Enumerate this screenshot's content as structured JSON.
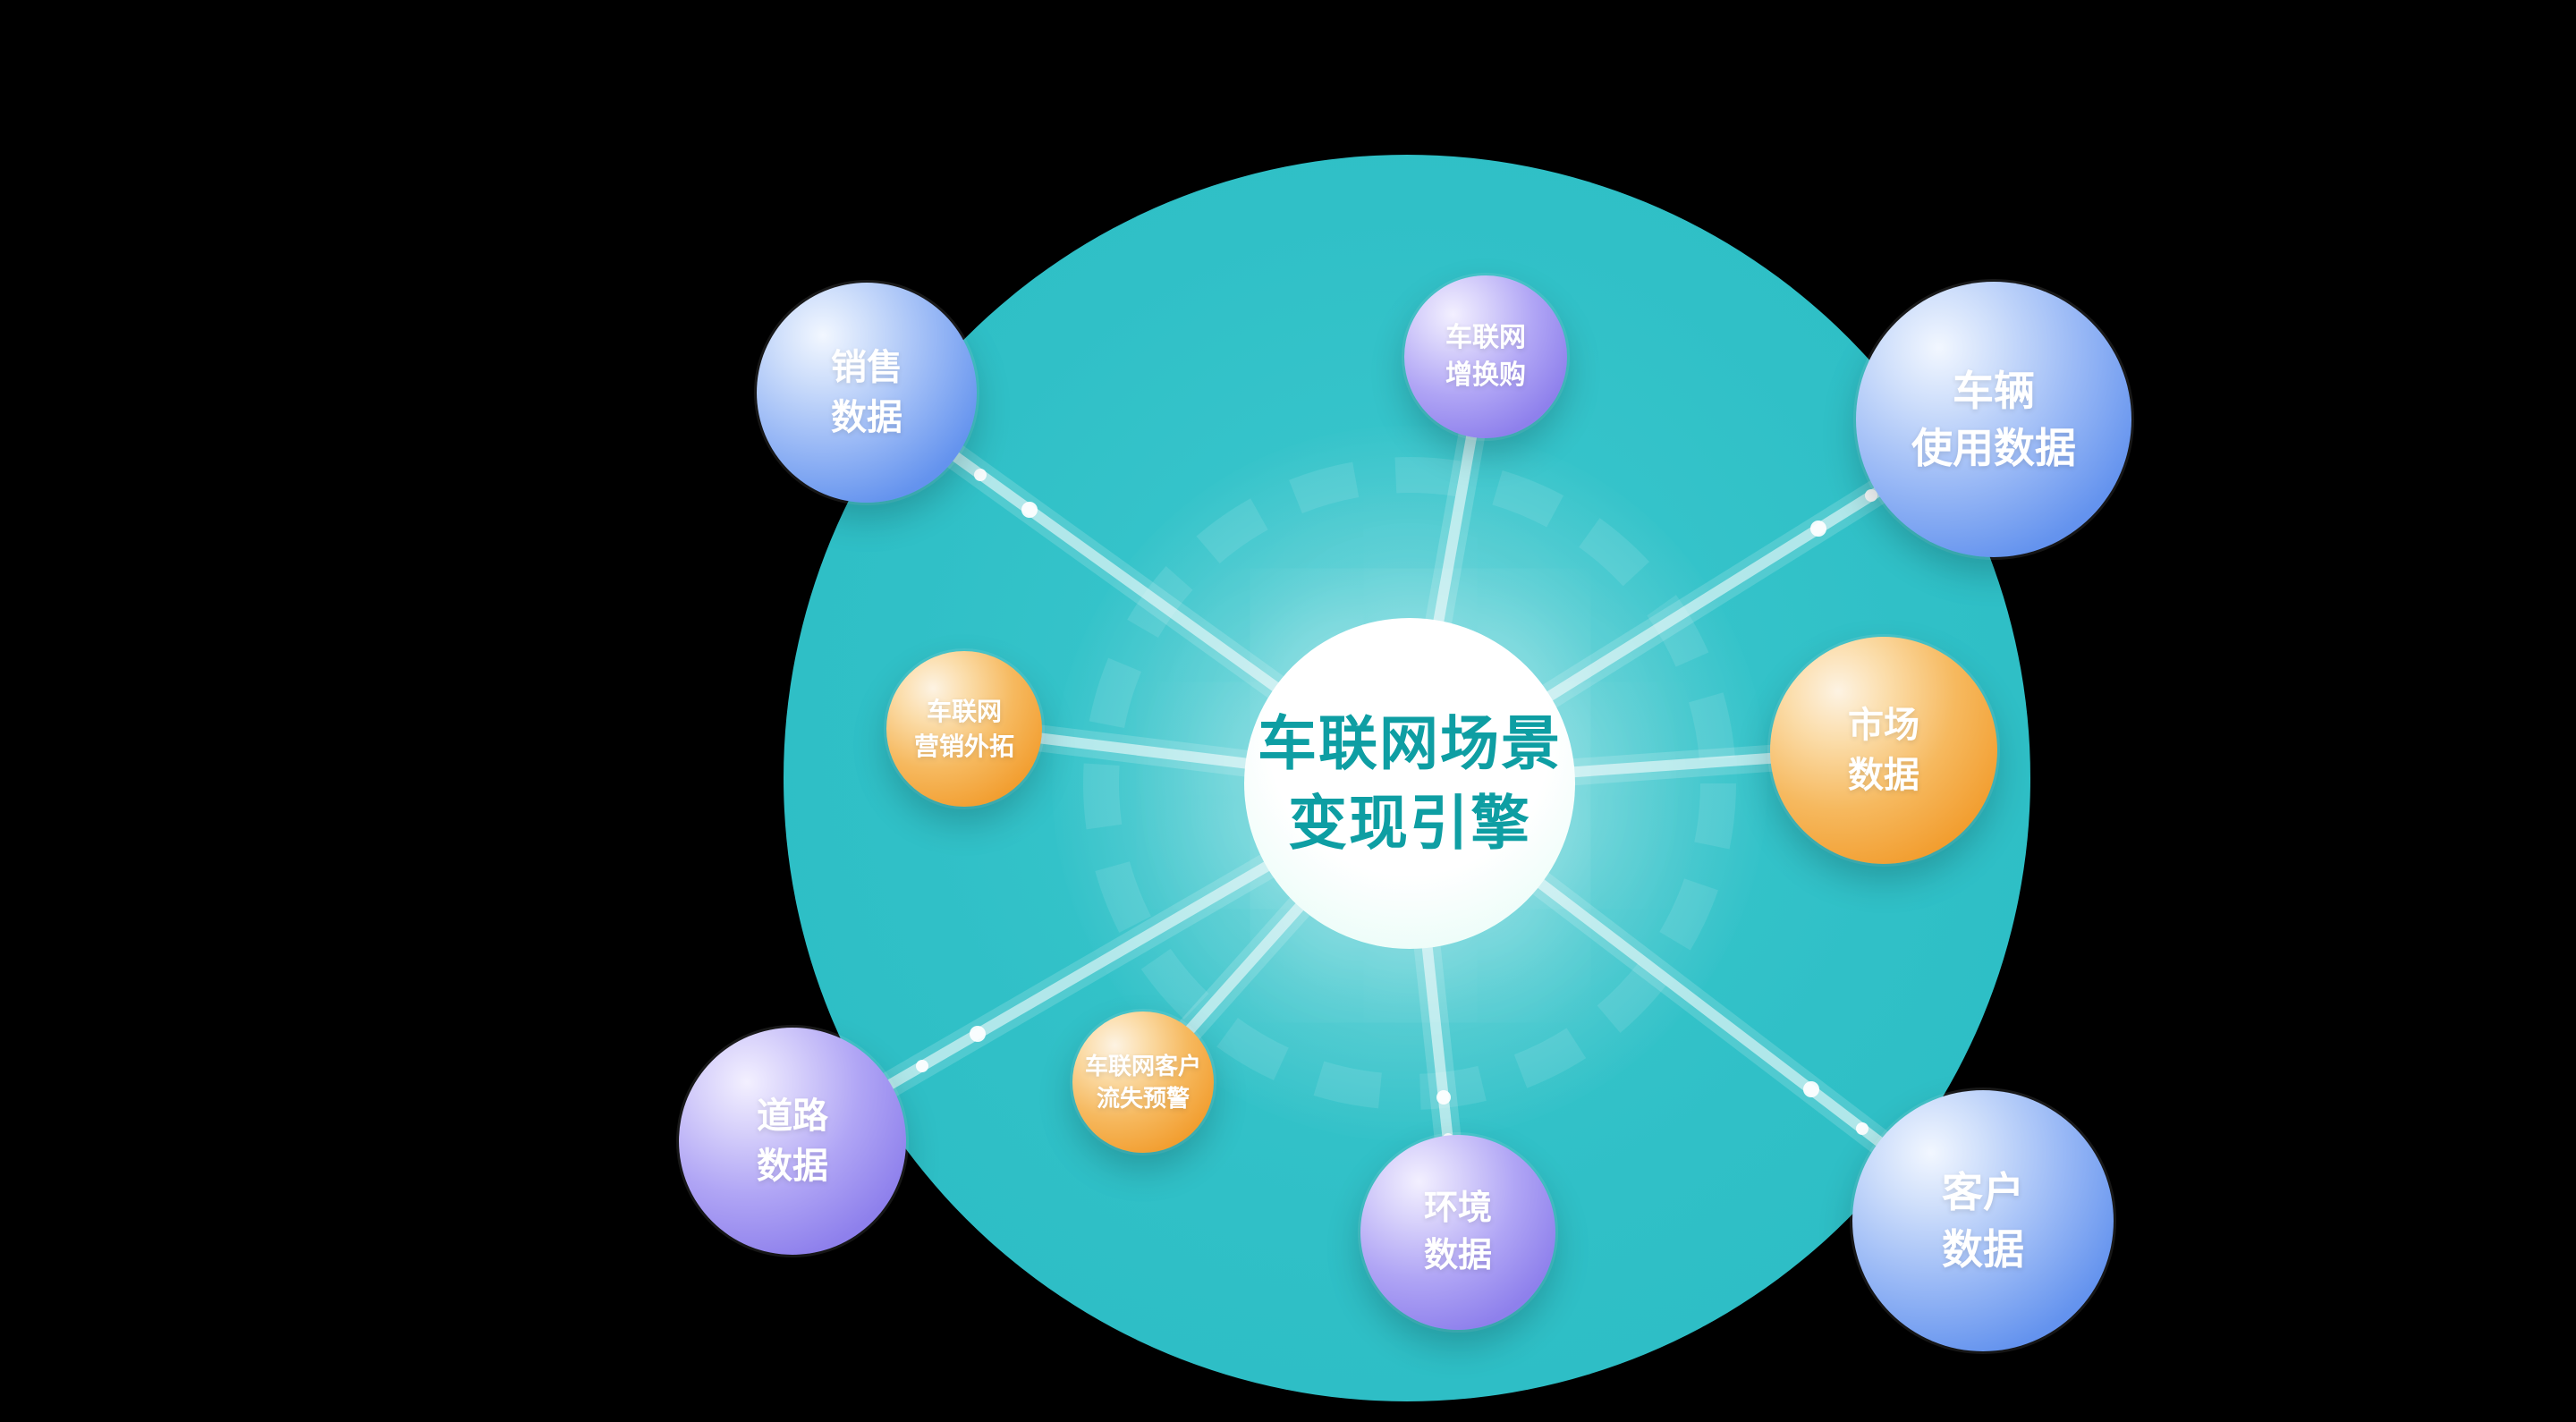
{
  "center": {
    "label": "车联网场景\n变现引擎"
  },
  "nodes": [
    {
      "id": "sales-data",
      "label": "销售\n数据",
      "color": "blue"
    },
    {
      "id": "iov-upgrade",
      "label": "车联网\n增换购",
      "color": "purple"
    },
    {
      "id": "vehicle-usage",
      "label": "车辆\n使用数据",
      "color": "blue"
    },
    {
      "id": "iov-marketing",
      "label": "车联网\n营销外拓",
      "color": "orange"
    },
    {
      "id": "market-data",
      "label": "市场\n数据",
      "color": "orange"
    },
    {
      "id": "road-data",
      "label": "道路\n数据",
      "color": "purple"
    },
    {
      "id": "churn-warning",
      "label": "车联网客户\n流失预警",
      "color": "orange"
    },
    {
      "id": "environment-data",
      "label": "环境\n数据",
      "color": "purple"
    },
    {
      "id": "customer-data",
      "label": "客户\n数据",
      "color": "blue"
    }
  ],
  "colors": {
    "background": "#000000",
    "hub_disc": "#30c0c7",
    "center_text": "#0e9ea3",
    "blue_node": "#5b8aeb",
    "purple_node": "#8678e9",
    "orange_node": "#f09a28",
    "node_text": "#ffffff"
  }
}
